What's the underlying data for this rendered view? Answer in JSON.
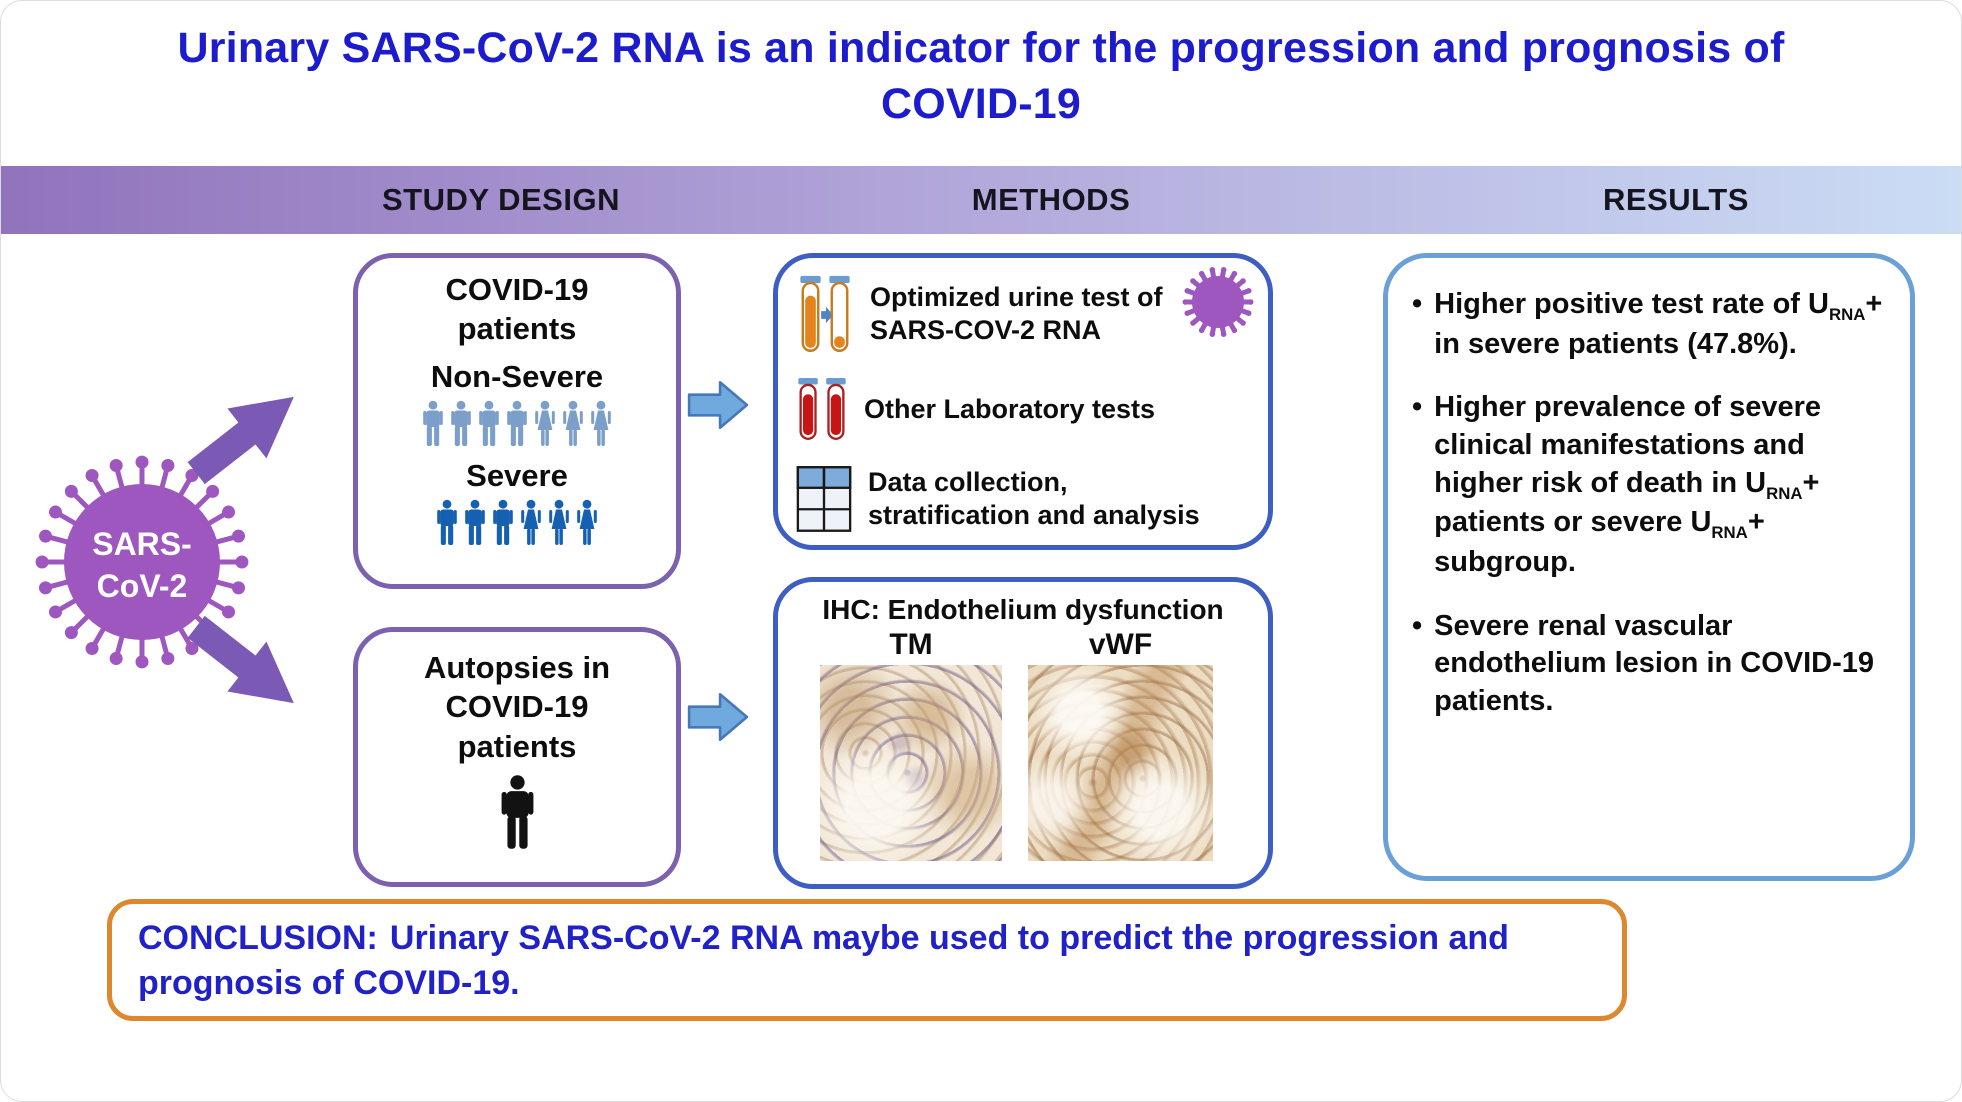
{
  "title": {
    "line1": "Urinary SARS-CoV-2 RNA is an indicator for the progression and prognosis of",
    "line2": "COVID-19"
  },
  "header": {
    "study_design": "STUDY DESIGN",
    "methods": "METHODS",
    "results": "RESULTS"
  },
  "virus": {
    "line1": "SARS-",
    "line2": "CoV-2"
  },
  "study_design": {
    "patients_box": {
      "title_line1": "COVID-19",
      "title_line2": "patients",
      "group1_label": "Non-Severe",
      "group1_icons": [
        "male",
        "male",
        "male",
        "male",
        "female",
        "female",
        "female"
      ],
      "group2_label": "Severe",
      "group2_icons": [
        "male",
        "male",
        "male",
        "female",
        "female",
        "female"
      ]
    },
    "autopsy_box": {
      "line1": "Autopsies in",
      "line2": "COVID-19",
      "line3": "patients"
    }
  },
  "methods": {
    "box1": {
      "item1_line1": "Optimized urine test of",
      "item1_line2": "SARS-COV-2 RNA",
      "item2": "Other Laboratory tests",
      "item3_line1": "Data collection,",
      "item3_line2": "stratification and analysis"
    },
    "box2": {
      "title": "IHC: Endothelium dysfunction",
      "image1_label": "TM",
      "image2_label": "vWF"
    }
  },
  "results": {
    "bullets": [
      [
        {
          "t": "Higher positive test rate of U"
        },
        {
          "sub": "RNA"
        },
        {
          "t": "+ in severe patients (47.8%)."
        }
      ],
      [
        {
          "t": "Higher prevalence of severe clinical manifestations and higher risk of death in U"
        },
        {
          "sub": "RNA"
        },
        {
          "t": "+ patients or severe U"
        },
        {
          "sub": "RNA"
        },
        {
          "t": "+ subgroup."
        }
      ],
      [
        {
          "t": "Severe renal vascular endothelium lesion in COVID-19 patients."
        }
      ]
    ]
  },
  "conclusion": {
    "label": "CONCLUSION:",
    "text": "Urinary SARS-CoV-2 RNA maybe used to predict the progression and prognosis of COVID-19."
  },
  "icons": {
    "virus": "sars-cov-2-virus-icon",
    "people_male": "person-male-icon",
    "people_female": "person-female-icon",
    "autopsy": "autopsy-person-icon",
    "urine_tubes": "urine-test-tubes-icon",
    "blood_tubes": "blood-test-tubes-icon",
    "data_table": "data-table-icon",
    "arrows": "block-arrow-icon"
  },
  "colors": {
    "title_text": "#1c1ccc",
    "header_gradient_left": "#9173bc",
    "header_gradient_mid": "#b2a7da",
    "header_gradient_right": "#cbdcf5",
    "header_text": "#15151f",
    "study_border": "#7b61ae",
    "methods_border": "#3e5ec1",
    "results_border": "#6ba0d6",
    "conclusion_border": "#dd872f",
    "conclusion_text": "#2121c8",
    "virus_purple": "#9d57be",
    "arrow_purple": "#7a5ab4",
    "arrow_blue": "#70a9de",
    "arrow_blue_stroke": "#4677b9",
    "nonsevere_blue": "#7c9fc9",
    "severe_blue": "#1660b2",
    "body_text": "#0d0d0d"
  }
}
